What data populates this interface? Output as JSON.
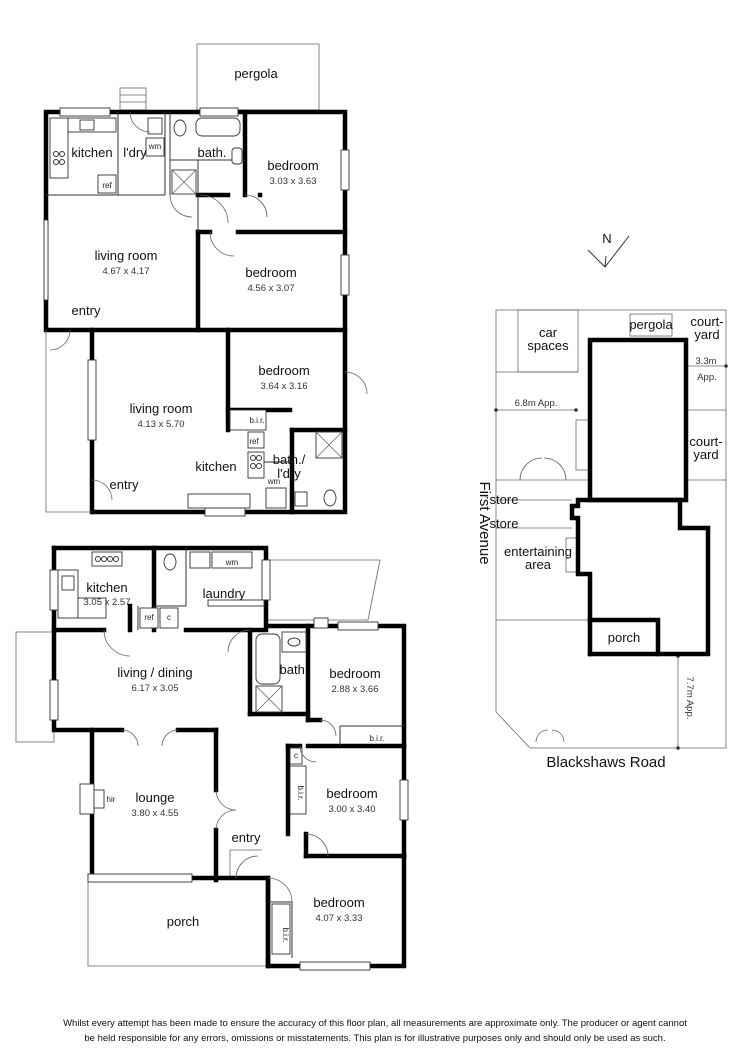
{
  "upper_unit": {
    "pergola": "pergola",
    "kitchen": "kitchen",
    "laundry": "l'dry",
    "wm": "wm",
    "bath": "bath.",
    "ref": "ref",
    "bedroom1": {
      "name": "bedroom",
      "dim": "3.03  x  3.63"
    },
    "living1": {
      "name": "living room",
      "dim": "4.67  x  4.17"
    },
    "bedroom2": {
      "name": "bedroom",
      "dim": "4.56  x  3.07"
    },
    "entry1": "entry",
    "living2": {
      "name": "living room",
      "dim": "4.13  x  5.70"
    },
    "bedroom3": {
      "name": "bedroom",
      "dim": "3.64  x  3.16"
    },
    "bir": "b.i.r.",
    "ref2": "ref",
    "kitchen2": "kitchen",
    "bath_ldry": "bath./\nl'dry",
    "bath_ldry_l1": "bath./",
    "bath_ldry_l2": "l'dry",
    "wm2": "wm",
    "entry2": "entry"
  },
  "lower_unit": {
    "kitchen": {
      "name": "kitchen",
      "dim": "3.05  x  2.57"
    },
    "wm": "wm",
    "laundry": "laundry",
    "ref": "ref",
    "c": "c",
    "living_dining": {
      "name": "living / dining",
      "dim": "6.17  x  3.05"
    },
    "bath": "bath.",
    "bedroom1": {
      "name": "bedroom",
      "dim": "2.88  x  3.66"
    },
    "bir1": "b.i.r.",
    "c2": "c",
    "lounge": {
      "name": "lounge",
      "dim": "3.80  x  4.55"
    },
    "hir": "hir",
    "bir2": "b.i.r.",
    "bedroom2": {
      "name": "bedroom",
      "dim": "3.00  x  3.40"
    },
    "entry": "entry",
    "porch": "porch",
    "bedroom3": {
      "name": "bedroom",
      "dim": "4.07  x  3.33"
    },
    "bir3": "b.i.r."
  },
  "site_plan": {
    "north": "N",
    "car_spaces_l1": "car",
    "car_spaces_l2": "spaces",
    "pergola": "pergola",
    "courtyard1_l1": "court-",
    "courtyard1_l2": "yard",
    "setback1": "3.3m",
    "setback1_app": "App.",
    "setback2": "6.8m  App.",
    "courtyard2_l1": "court-",
    "courtyard2_l2": "yard",
    "street1": "First Avenue",
    "store1": "store",
    "store2": "store",
    "entertaining_l1": "entertaining",
    "entertaining_l2": "area",
    "porch": "porch",
    "setback3": "7.7m  App.",
    "street2": "Blackshaws Road"
  },
  "disclaimer": "Whilst every attempt has been made to ensure the accuracy of this floor plan, all measurements are approximate only. The producer or agent cannot be held responsible for any errors, omissions or misstatements. This plan is for illustrative purposes only and should only be used as such."
}
